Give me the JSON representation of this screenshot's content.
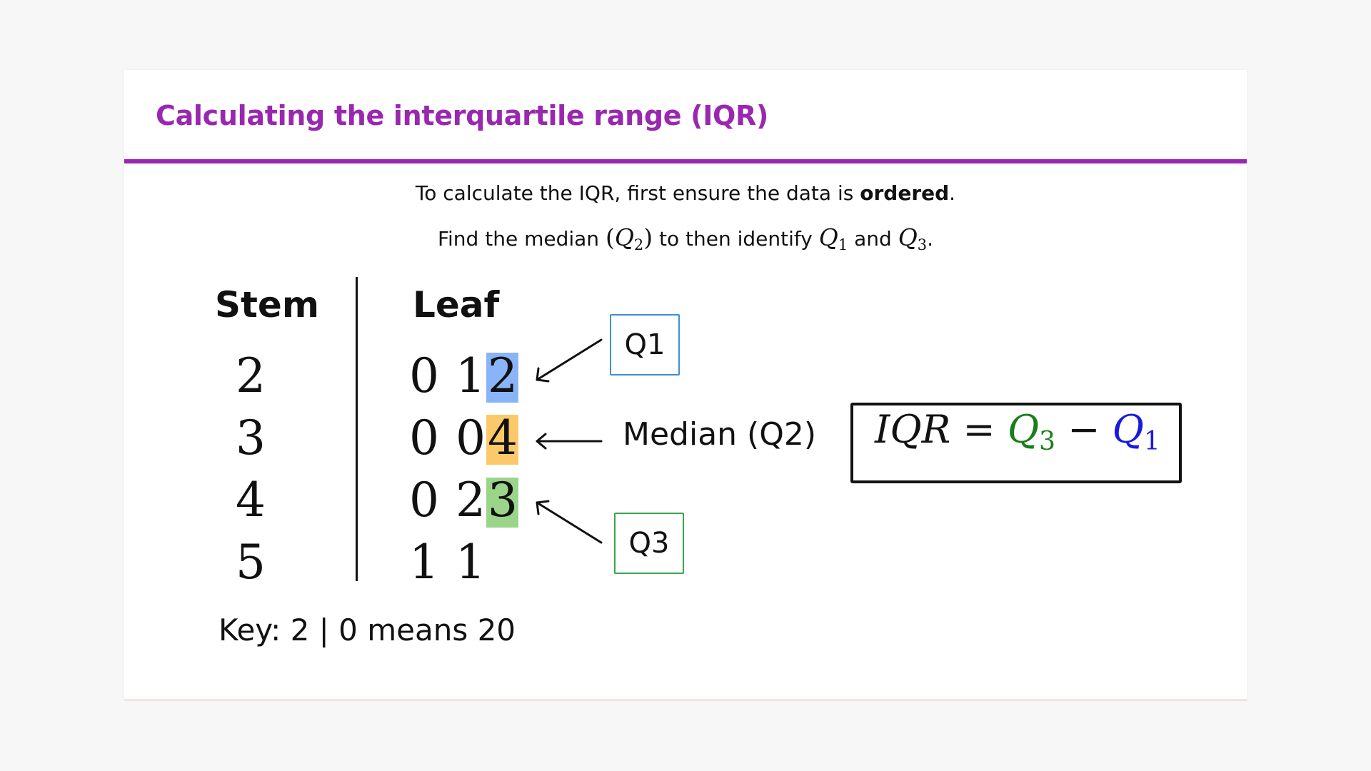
{
  "title": "Calculating the interquartile range (IQR)",
  "intro": {
    "line1_before": "To calculate the IQR, first ensure the data is ",
    "line1_bold": "ordered",
    "line1_after": ".",
    "line2_a": "Find the median ",
    "q2_open": "(",
    "q_letter": "Q",
    "q2_sub": "2",
    "q2_close": ")",
    "line2_b": " to then identify ",
    "q1_sub": "1",
    "line2_c": " and ",
    "q3_sub": "3",
    "line2_end": "."
  },
  "stem_leaf": {
    "stem_header": "Stem",
    "leaf_header": "Leaf",
    "rows": [
      {
        "stem": "2",
        "leaves": [
          "0",
          "1",
          "2"
        ]
      },
      {
        "stem": "3",
        "leaves": [
          "0",
          "0",
          "4"
        ]
      },
      {
        "stem": "4",
        "leaves": [
          "0",
          "2",
          "3"
        ]
      },
      {
        "stem": "5",
        "leaves": [
          "1",
          "1"
        ]
      }
    ],
    "key": "Key: 2 | 0 means 20"
  },
  "annotations": {
    "q1_label": "Q1",
    "median_label": "Median (Q2)",
    "q3_label": "Q3"
  },
  "formula": {
    "lhs": "IQR",
    "eq": "=",
    "q": "Q",
    "q3_sub": "3",
    "minus": "−",
    "q1_sub": "1"
  },
  "colors": {
    "title": "#9a27b0",
    "q1_highlight": "#8ab4f8",
    "median_highlight": "#fcc96a",
    "q3_highlight": "#9ad58a",
    "q1_box_border": "#3d8fd6",
    "q3_box_border": "#36a84b",
    "formula_q3": "#1a7f1a",
    "formula_q1": "#1a1adf"
  }
}
